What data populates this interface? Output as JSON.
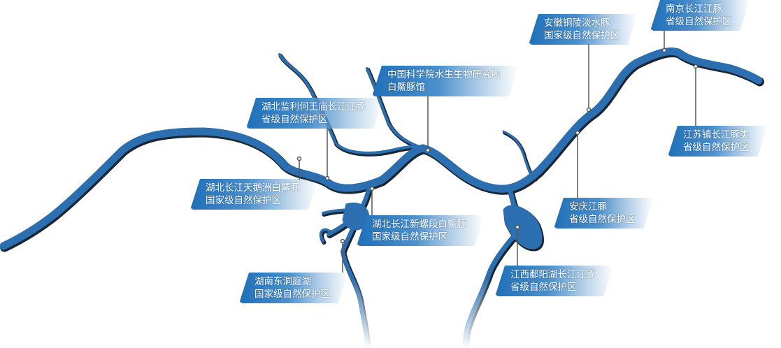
{
  "colors": {
    "river": "#2b6fb0",
    "river_edge": "#1b2630",
    "label": "#1f6fb8",
    "pin": "#555555"
  },
  "labels": [
    {
      "id": "jianli",
      "line1": "湖北监利何王庙长江江豚",
      "line2": "省级自然保护区"
    },
    {
      "id": "ihb",
      "line1": "中国科学院水生生物研究所",
      "line2": "白鱀豚馆"
    },
    {
      "id": "tongling",
      "line1": "安徽铜陵淡水豚",
      "line2": "国家级自然保护区"
    },
    {
      "id": "nanjing",
      "line1": "南京长江江豚",
      "line2": "省级自然保护区"
    },
    {
      "id": "zhenjiang",
      "line1": "江苏镇长江豚类",
      "line2": "省级自然保护区"
    },
    {
      "id": "tianezhou",
      "line1": "湖北长江天鹅洲白鱀豚",
      "line2": "国家级自然保护区"
    },
    {
      "id": "xinluo",
      "line1": "湖北长江新螺段白鱀豚",
      "line2": "国家级自然保护区"
    },
    {
      "id": "anqing",
      "line1": "安庆江豚",
      "line2": "省级自然保护区"
    },
    {
      "id": "dongting",
      "line1": "湖南东洞庭湖",
      "line2": "国家级自然保护区"
    },
    {
      "id": "poyang",
      "line1": "江西鄱阳湖长江江豚",
      "line2": "省级自然保护区"
    }
  ]
}
